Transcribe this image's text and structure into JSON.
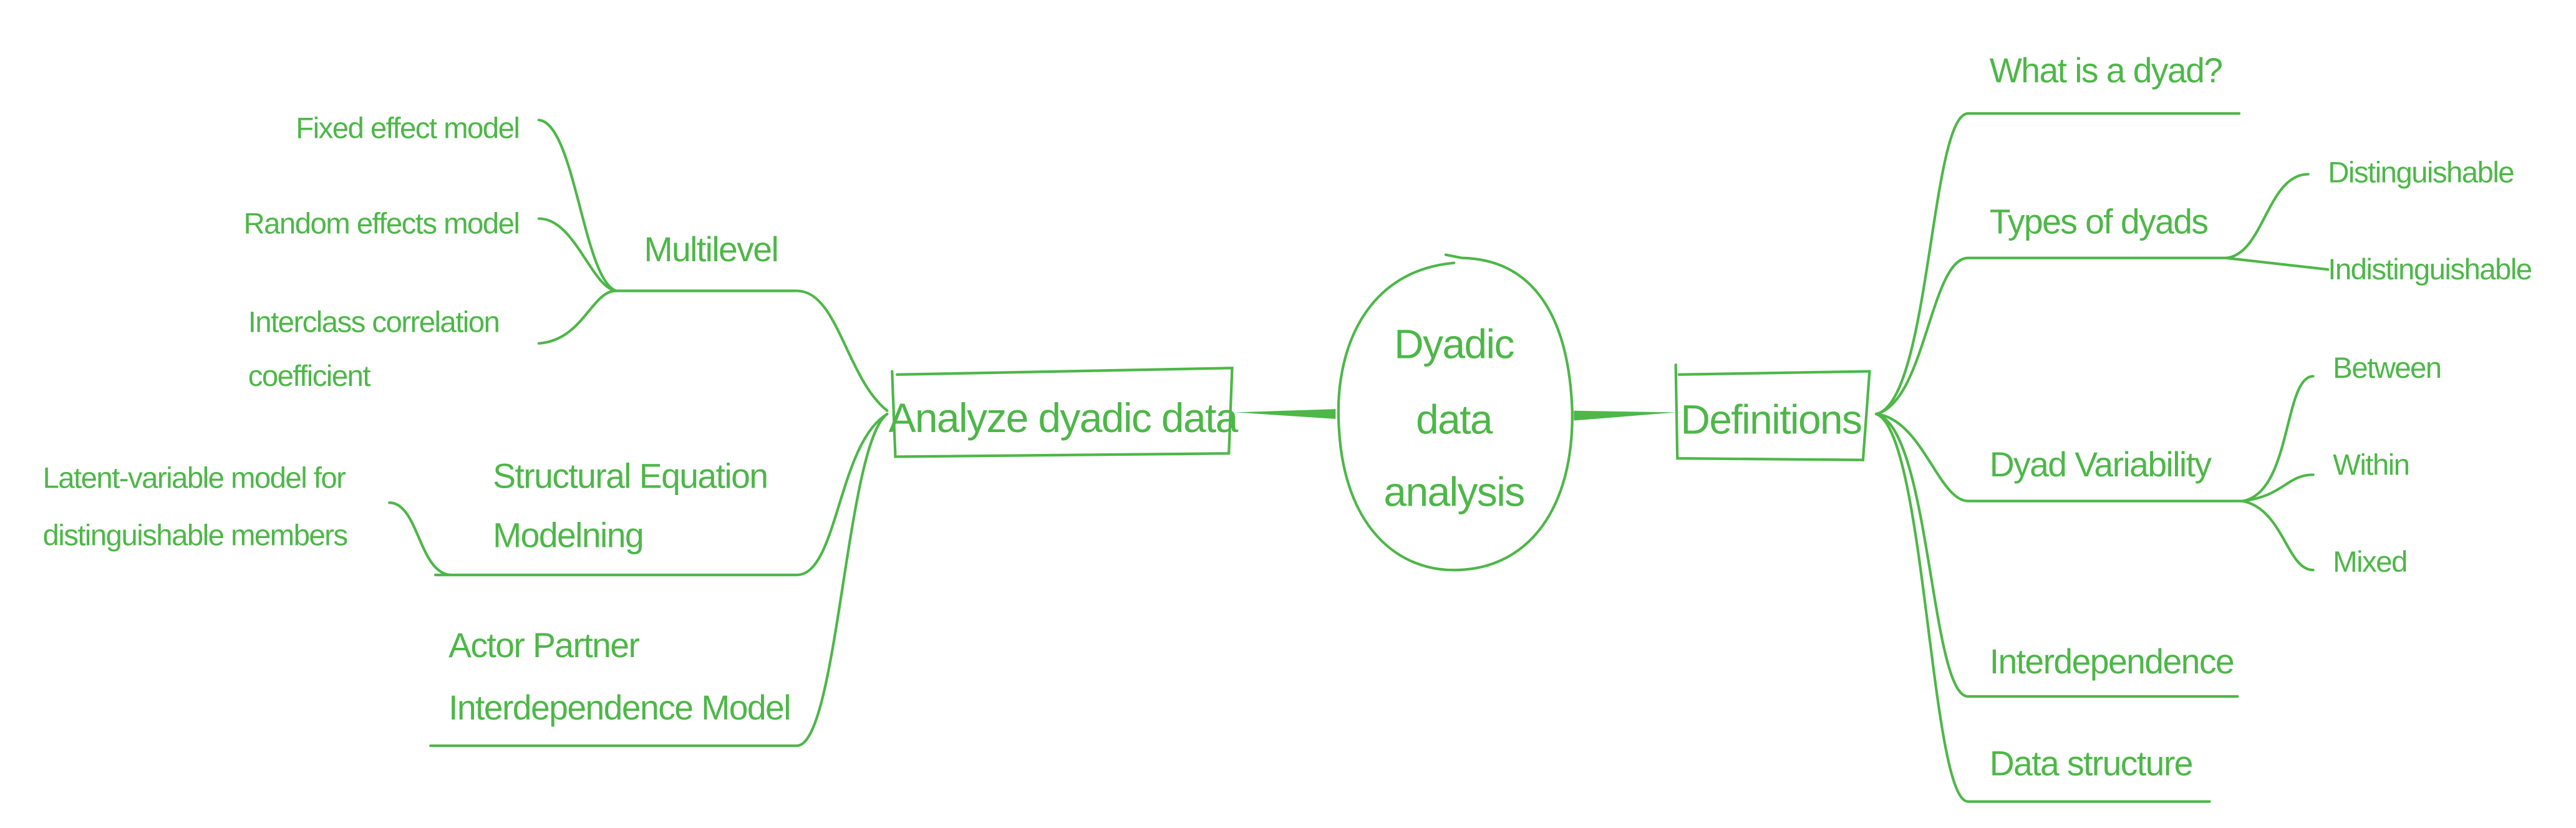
{
  "color": "#4db748",
  "center": {
    "lines": [
      "Dyadic",
      "data",
      "analysis"
    ]
  },
  "left": {
    "label": "Analyze dyadic data",
    "multilevel": {
      "label": "Multilevel",
      "children": [
        "Fixed effect model",
        "Random effects model"
      ],
      "icc": [
        "Interclass correlation",
        "coefficient"
      ]
    },
    "sem": {
      "lines": [
        "Structural Equation",
        "Modelning"
      ],
      "child": [
        "Latent-variable model for",
        "distinguishable members"
      ]
    },
    "apim": {
      "lines": [
        "Actor Partner",
        "Interdependence Model"
      ]
    }
  },
  "right": {
    "label": "Definitions",
    "what": "What is a dyad?",
    "types": {
      "label": "Types of dyads",
      "children": [
        "Distinguishable",
        "Indistinguishable"
      ]
    },
    "variability": {
      "label": "Dyad Variability",
      "children": [
        "Between",
        "Within",
        "Mixed"
      ]
    },
    "interdependence": "Interdependence",
    "structure": "Data structure"
  }
}
